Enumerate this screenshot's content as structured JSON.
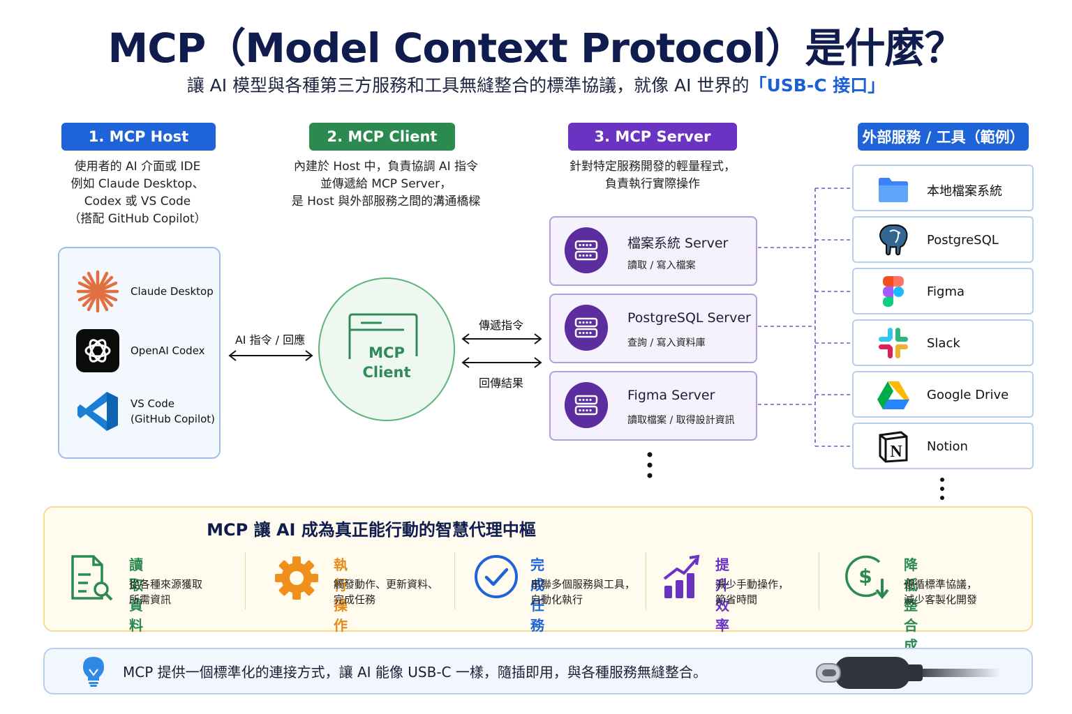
{
  "header": {
    "title": "MCP（Model Context Protocol）是什麼？",
    "subtitle_main": "讓 AI 模型與各種第三方服務和工具無縫整合的標準協議，就像 AI 世界的",
    "subtitle_highlight": "「USB-C 接口」"
  },
  "columns": {
    "host": {
      "label": "1. MCP Host",
      "color": "#1f63d9",
      "desc": [
        "使用者的 AI 介面或 IDE",
        "例如 Claude Desktop、",
        "Codex 或 VS Code",
        "（搭配 GitHub Copilot）"
      ]
    },
    "client": {
      "label": "2. MCP Client",
      "color": "#2b8a4f",
      "desc": [
        "內建於 Host 中，負責協調 AI 指令",
        "並傳遞給 MCP Server，",
        "是 Host 與外部服務之間的溝通橋樑"
      ]
    },
    "server": {
      "label": "3. MCP Server",
      "color": "#6a33c2",
      "desc": [
        "針對特定服務開發的輕量程式，",
        "負責執行實際操作"
      ]
    },
    "external": {
      "label": "外部服務 / 工具（範例）",
      "color": "#1f63d9"
    }
  },
  "hosts": [
    {
      "name": "Claude Desktop",
      "icon": "claude-asterisk-icon"
    },
    {
      "name": "OpenAI Codex",
      "icon": "openai-knot-icon"
    },
    {
      "name": "VS Code",
      "sub": "(GitHub Copilot)",
      "icon": "vscode-icon"
    }
  ],
  "client_circle": {
    "line1": "MCP",
    "line2": "Client",
    "icon": "window-icon"
  },
  "arrows": {
    "host_client": "AI 指令 / 回應",
    "client_server_top": "傳遞指令",
    "client_server_bottom": "回傳結果"
  },
  "servers": [
    {
      "name": "檔案系統 Server",
      "sub": "讀取 / 寫入檔案",
      "icon": "server-rack-icon"
    },
    {
      "name": "PostgreSQL Server",
      "sub": "查詢 / 寫入資料庫",
      "icon": "server-rack-icon"
    },
    {
      "name": "Figma Server",
      "sub": "讀取檔案 / 取得設計資訊",
      "icon": "server-rack-icon"
    }
  ],
  "externals": [
    {
      "name": "本地檔案系統",
      "icon": "folder-icon"
    },
    {
      "name": "PostgreSQL",
      "icon": "postgresql-elephant-icon"
    },
    {
      "name": "Figma",
      "icon": "figma-icon"
    },
    {
      "name": "Slack",
      "icon": "slack-icon"
    },
    {
      "name": "Google Drive",
      "icon": "google-drive-icon"
    },
    {
      "name": "Notion",
      "icon": "notion-icon"
    }
  ],
  "benefits": {
    "title": "MCP 讓 AI 成為真正能行動的智慧代理中樞",
    "items": [
      {
        "title": "讀取資料",
        "desc": [
          "從各種來源獲取",
          "所需資訊"
        ],
        "color": "#2b8a4f",
        "icon": "document-search-icon"
      },
      {
        "title": "執行操作",
        "desc": [
          "觸發動作、更新資料、",
          "完成任務"
        ],
        "color": "#e88a1a",
        "icon": "gear-icon"
      },
      {
        "title": "完成任務",
        "desc": [
          "串聯多個服務與工具，",
          "自動化執行"
        ],
        "color": "#1f63d9",
        "icon": "check-circle-icon"
      },
      {
        "title": "提升效率",
        "desc": [
          "減少手動操作，",
          "節省時間"
        ],
        "color": "#6a33c2",
        "icon": "growth-chart-icon"
      },
      {
        "title": "降低整合成本",
        "desc": [
          "遵循標準協議，",
          "減少客製化開發"
        ],
        "color": "#2b8a4f",
        "icon": "dollar-down-icon"
      }
    ]
  },
  "note": {
    "text": "MCP 提供一個標準化的連接方式，讓 AI 能像 USB-C 一樣，隨插即用，與各種服務無縫整合。",
    "icon": "lightbulb-icon",
    "image": "usb-c-cable-icon"
  }
}
